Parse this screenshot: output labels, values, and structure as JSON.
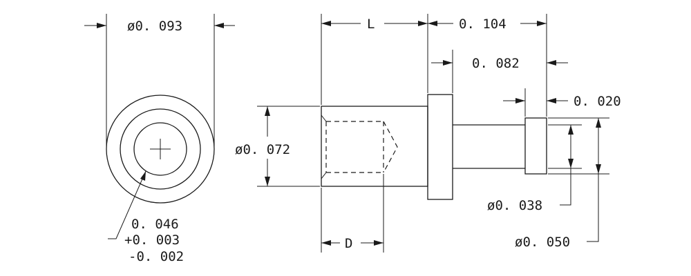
{
  "dimensions": {
    "outer_diameter": "ø0. 093",
    "length_L": "L",
    "overall_length": "0. 104",
    "shank_length": "0. 082",
    "collar_width": "0. 020",
    "body_diameter": "ø0. 072",
    "bore_diameter": "0. 046",
    "bore_tol_plus": "+0. 003",
    "bore_tol_minus": "-0. 002",
    "depth_D": "D",
    "pin_diameter": "ø0. 038",
    "collar_diameter": "ø0. 050"
  }
}
